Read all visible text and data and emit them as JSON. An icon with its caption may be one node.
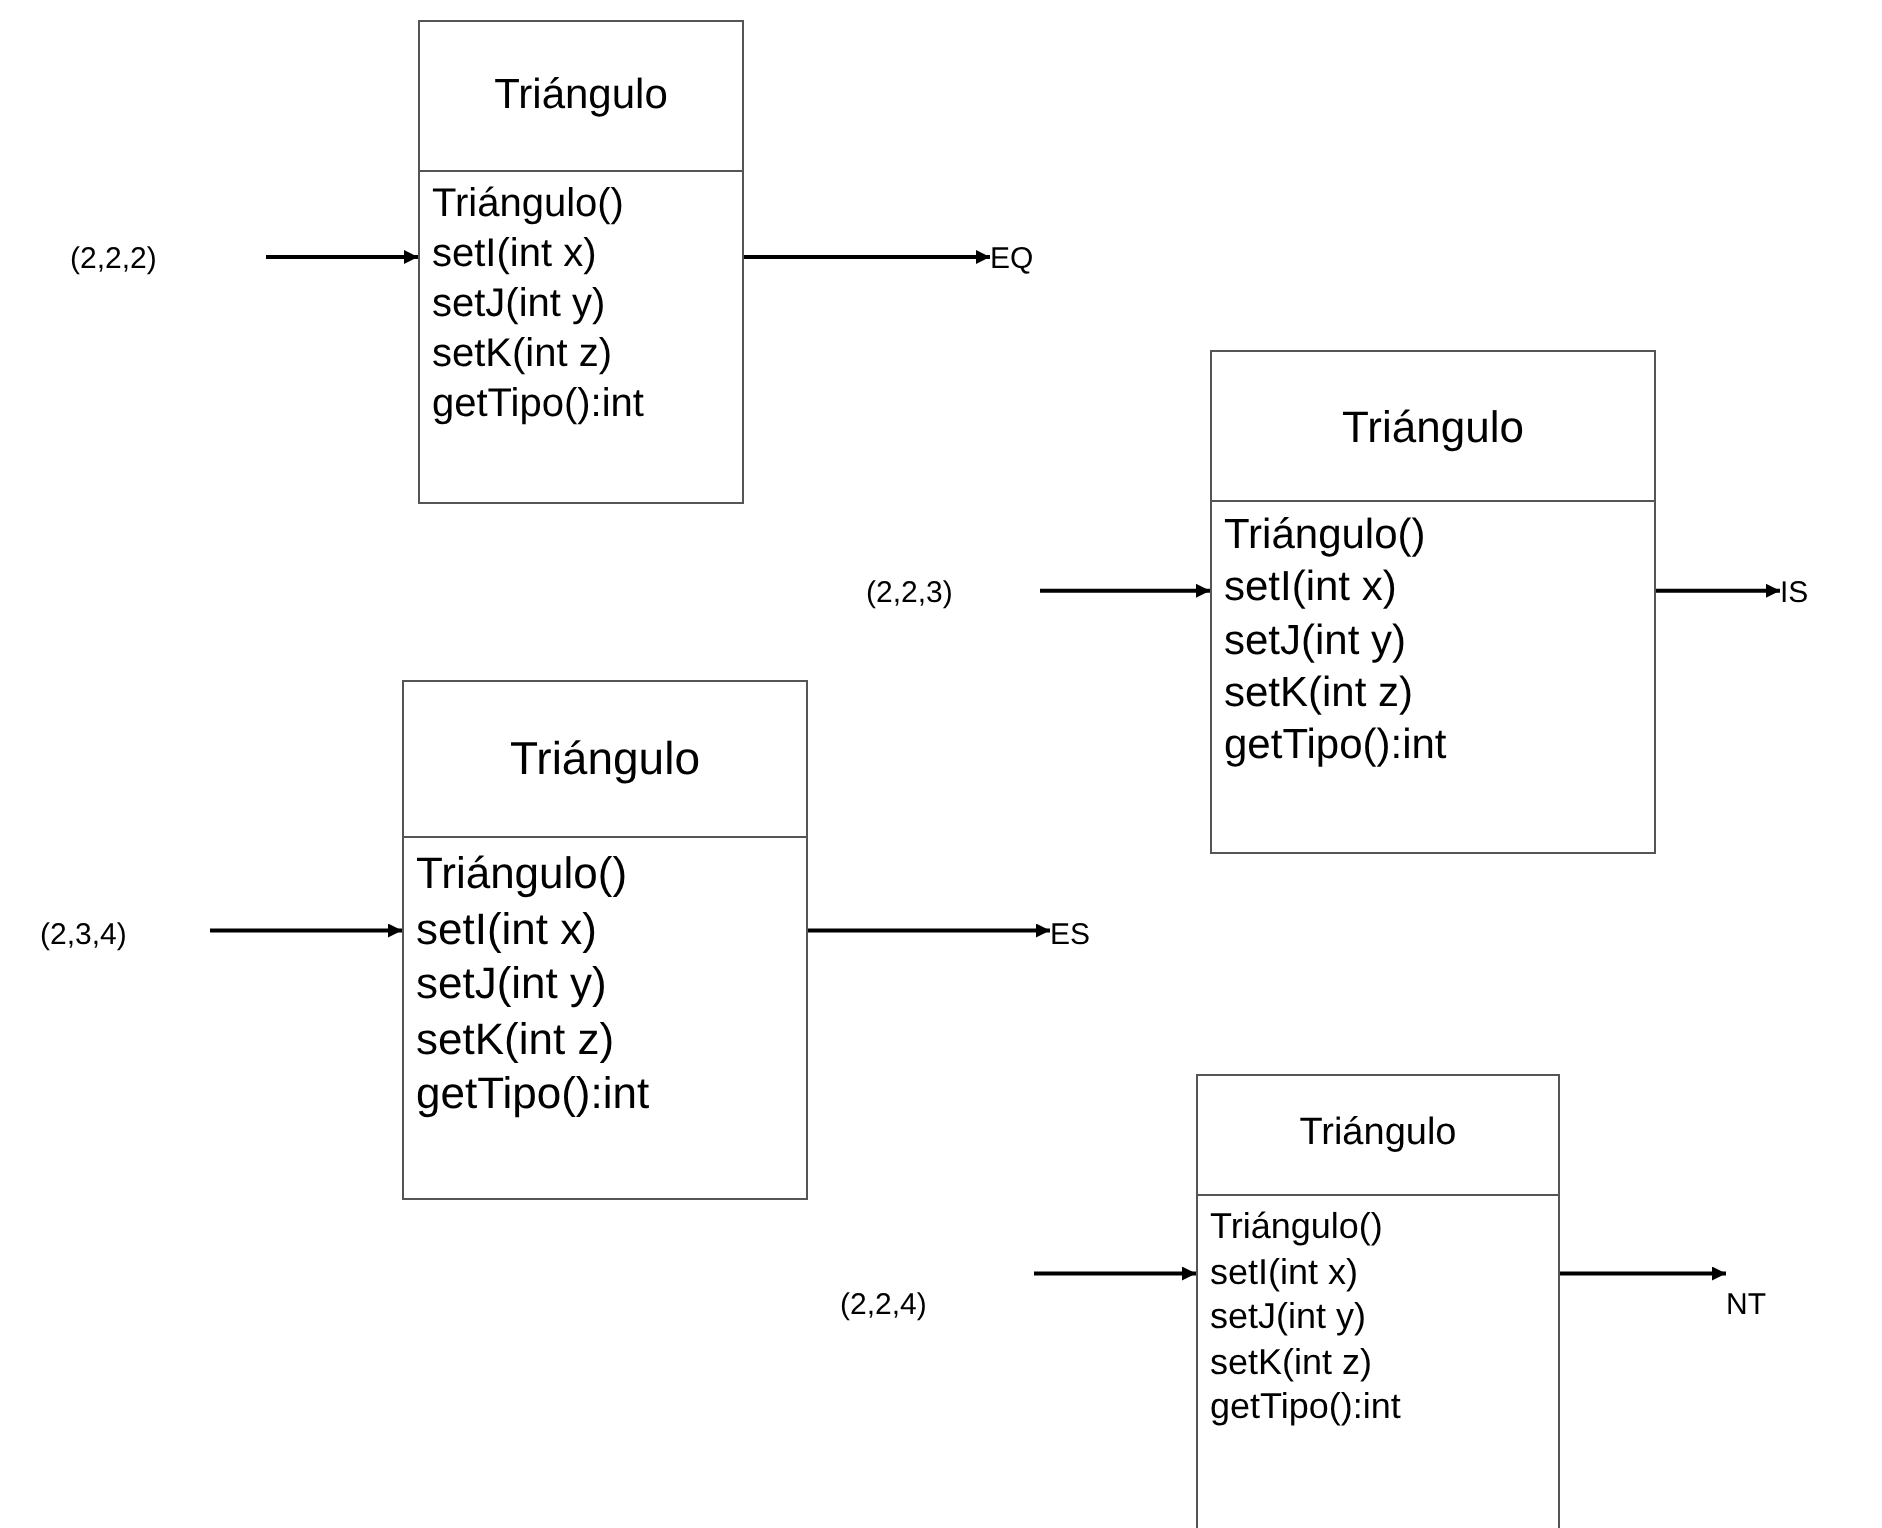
{
  "diagram": {
    "nodes": [
      {
        "text": [
          "Triángulo",
          "Triángulo()",
          "setI(int x)",
          "setJ(int y)",
          "setK(int z)",
          "getTipo():int"
        ]
      },
      {
        "text": [
          "(2,2,2)"
        ]
      },
      {
        "text": [
          "EQ"
        ]
      },
      {
        "text": [
          "Triángulo",
          "Triángulo()",
          "setI(int x)",
          "setJ(int y)",
          "setK(int z)",
          "getTipo():int"
        ]
      },
      {
        "text": [
          "(2,2,3)"
        ]
      },
      {
        "text": [
          "IS"
        ]
      },
      {
        "text": [
          "Triángulo",
          "Triángulo()",
          "setI(int x)",
          "setJ(int y)",
          "setK(int z)",
          "getTipo():int"
        ]
      },
      {
        "text": [
          "(2,3,4)"
        ]
      },
      {
        "text": [
          "ES"
        ]
      },
      {
        "text": [
          "Triángulo",
          "Triángulo()",
          "setI(int x)",
          "setJ(int y)",
          "setK(int z)",
          "getTipo():int"
        ]
      },
      {
        "text": [
          "(2,2,4)"
        ]
      },
      {
        "text": [
          "NT"
        ]
      }
    ],
    "edges": [
      {
        "from": 1,
        "to": 0,
        "arrow": "to"
      },
      {
        "from": 0,
        "to": 2,
        "arrow": "to"
      },
      {
        "from": 4,
        "to": 3,
        "arrow": "to"
      },
      {
        "from": 3,
        "to": 5,
        "arrow": "to"
      },
      {
        "from": 7,
        "to": 6,
        "arrow": "to"
      },
      {
        "from": 6,
        "to": 8,
        "arrow": "to"
      },
      {
        "from": 10,
        "to": 9,
        "arrow": "to"
      },
      {
        "from": 9,
        "to": 11,
        "arrow": "to"
      }
    ]
  }
}
